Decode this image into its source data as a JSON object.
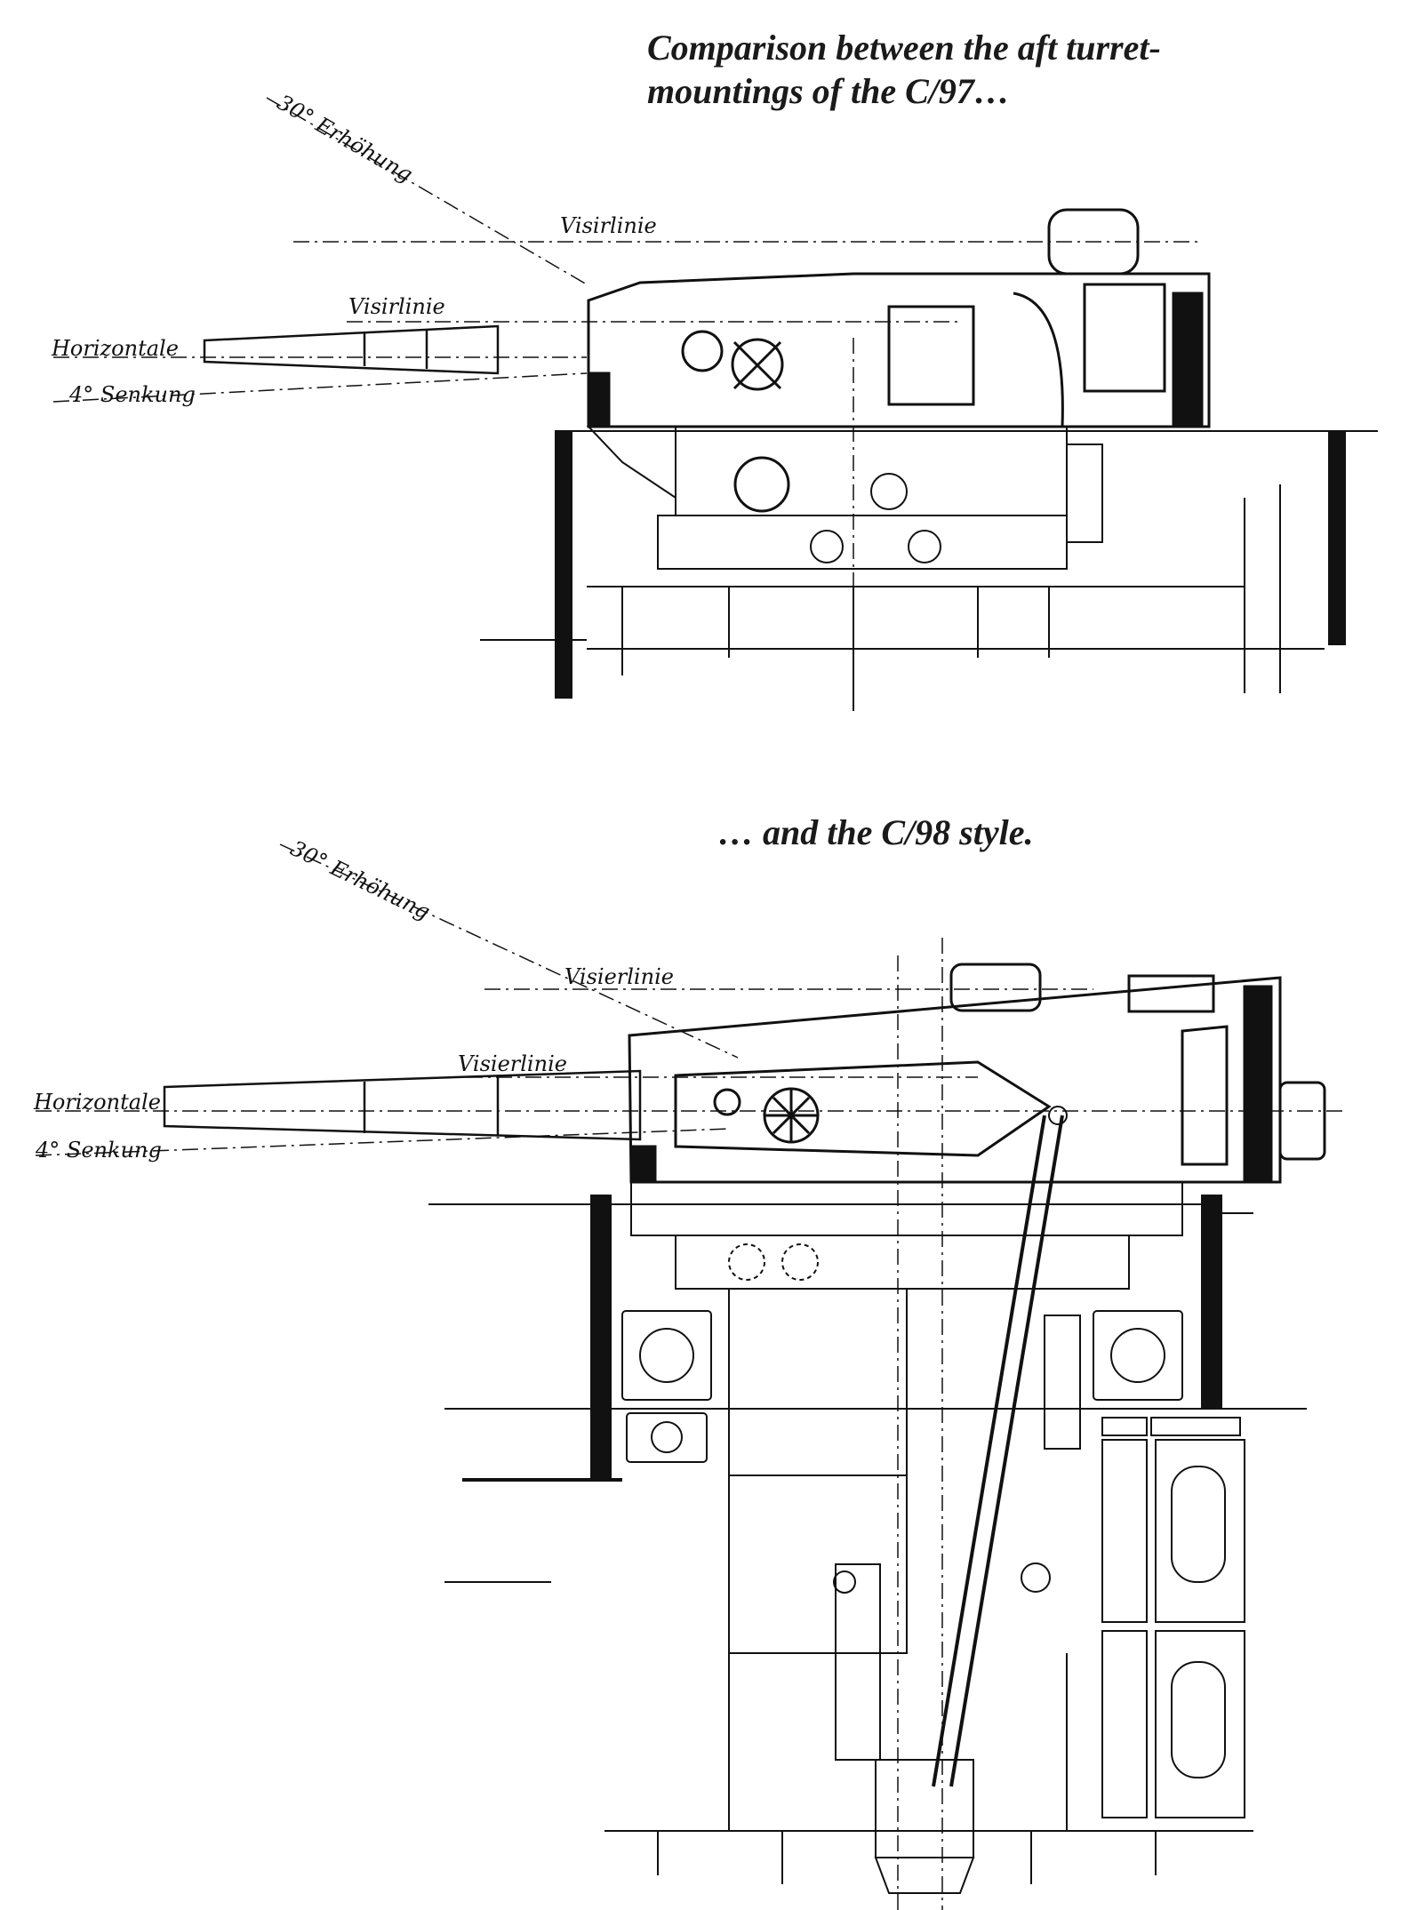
{
  "caption_top": {
    "line1": "Comparison between the aft turret-",
    "line2": "mountings of the C/97…"
  },
  "caption_bottom": "… and the C/98 style.",
  "drawing_top": {
    "labels": {
      "elevation": "30° Erhöhung",
      "sight_line_upper": "Visirlinie",
      "sight_line_lower": "Visirlinie",
      "horizontal": "Horizontale",
      "depression": "4° Senkung"
    }
  },
  "drawing_bottom": {
    "labels": {
      "elevation": "30° Erhöhung",
      "sight_line_upper": "Visierlinie",
      "sight_line_lower": "Visierlinie",
      "horizontal": "Horizontale",
      "depression": "4° Senkung"
    }
  }
}
